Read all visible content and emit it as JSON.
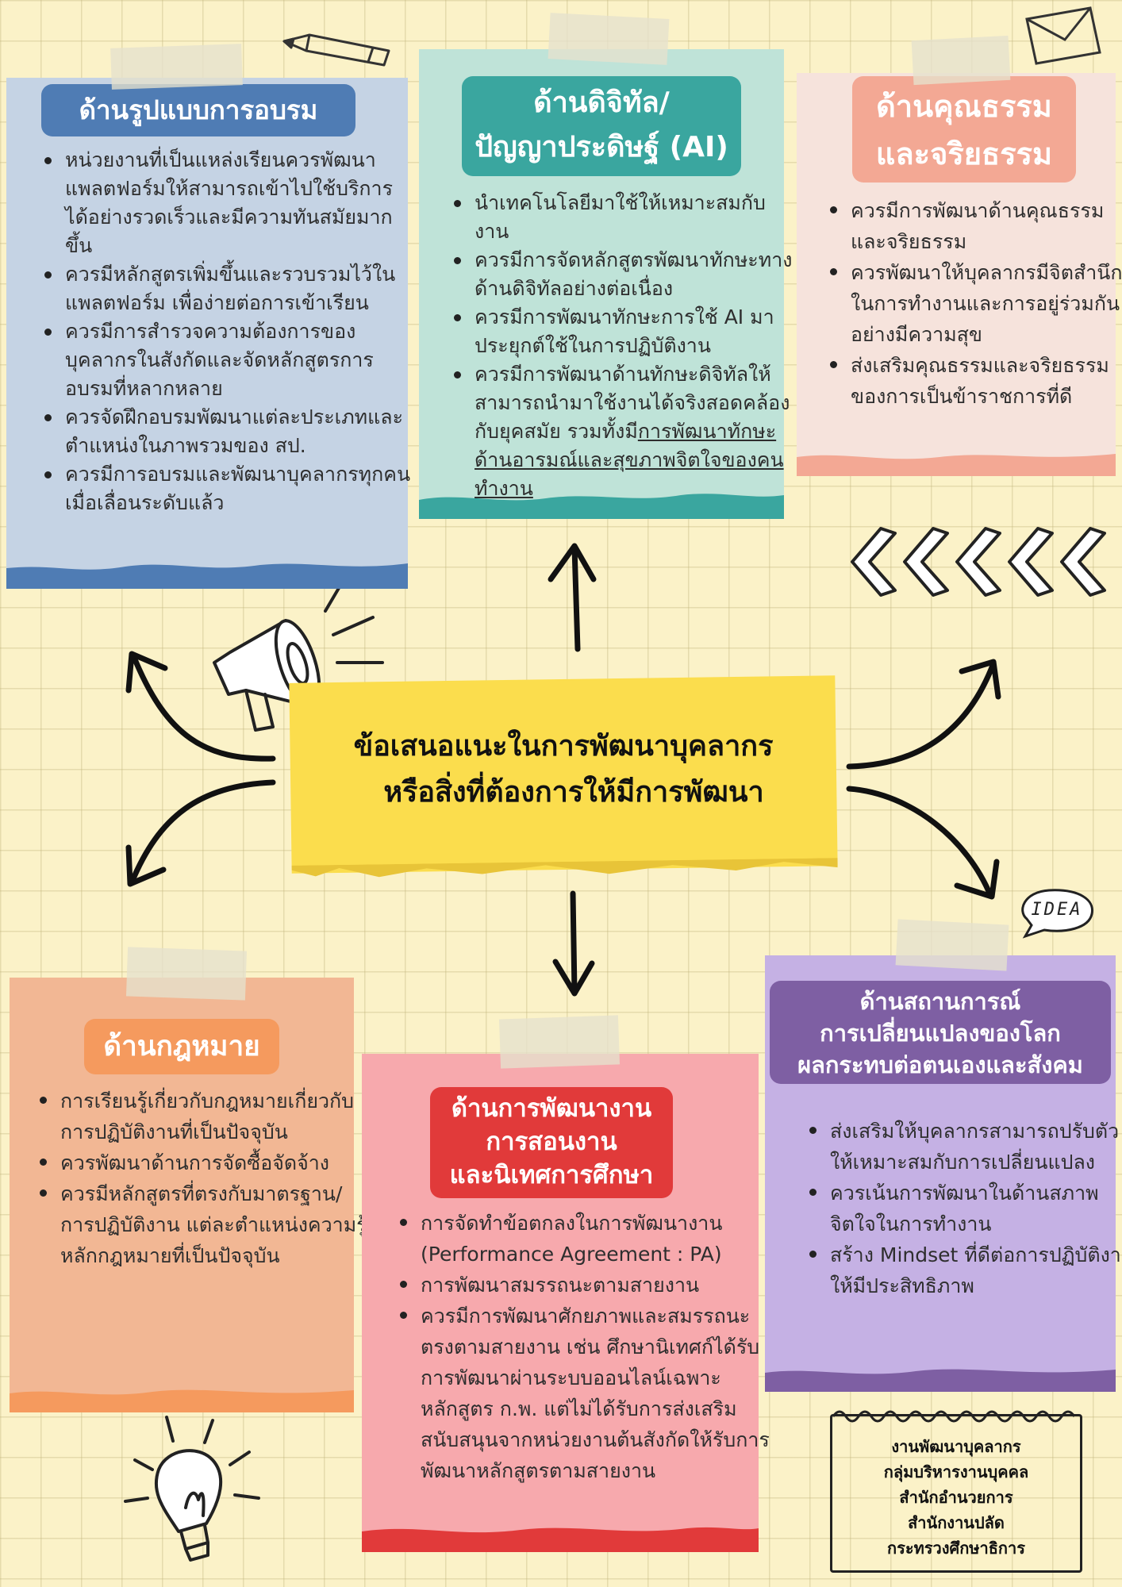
{
  "center": {
    "line1": "ข้อเสนอแนะในการพัฒนาบุคลากร",
    "line2": "หรือสิ่งที่ต้องการให้มีการพัฒนา"
  },
  "colors": {
    "background": "#fbf2c8",
    "blue_card": "#c5d3e4",
    "blue_title": "#4f7cb4",
    "teal_card": "#bfe3d8",
    "teal_title": "#3aa69f",
    "pink_card": "#f6e3dc",
    "pink_title": "#f3a894",
    "orange_card": "#f2b794",
    "orange_title": "#f59a5e",
    "red_card": "#f7a9ad",
    "red_title": "#e13a3a",
    "purple_card": "#c5b1e4",
    "purple_title": "#7e5fa3",
    "center_note": "#fbdd4d"
  },
  "cards": {
    "format": {
      "title": "ด้านรูปแบบการอบรม",
      "items": [
        "หน่วยงานที่เป็นแหล่งเรียนควรพัฒนาแพลตฟอร์มให้สามารถเข้าไปใช้บริการได้อย่างรวดเร็วและมีความทันสมัยมากขึ้น",
        "ควรมีหลักสูตรเพิ่มขึ้นและรวบรวมไว้ในแพลตฟอร์ม เพื่อง่ายต่อการเข้าเรียน",
        "ควรมีการสำรวจความต้องการของบุคลากรในสังกัดและจัดหลักสูตรการอบรมที่หลากหลาย",
        "ควรจัดฝึกอบรมพัฒนาแต่ละประเภทและตำแหน่งในภาพรวมของ สป.",
        "ควรมีการอบรมและพัฒนาบุคลากรทุกคนเมื่อเลื่อนระดับแล้ว"
      ]
    },
    "digital": {
      "title_line1": "ด้านดิจิทัล/",
      "title_line2": "ปัญญาประดิษฐ์ (AI)",
      "items": [
        "นำเทคโนโลยีมาใช้ให้เหมาะสมกับงาน",
        "ควรมีการจัดหลักสูตรพัฒนาทักษะทางด้านดิจิทัลอย่างต่อเนื่อง",
        "ควรมีการพัฒนาทักษะการใช้ AI มาประยุกต์ใช้ในการปฏิบัติงาน"
      ],
      "last_item_plain": "ควรมีการพัฒนาด้านทักษะดิจิทัลให้สามารถนำมาใช้งานได้จริงสอดคล้องกับยุคสมัย รวมทั้งมี",
      "last_item_underlined": "การพัฒนาทักษะด้านอารมณ์และสุขภาพจิตใจของคนทำงาน"
    },
    "ethics": {
      "title_line1": "ด้านคุณธรรม",
      "title_line2": "และจริยธรรม",
      "items": [
        "ควรมีการพัฒนาด้านคุณธรรมและจริยธรรม",
        "ควรพัฒนาให้บุคลากรมีจิตสำนึกในการทำงานและการอยู่ร่วมกันอย่างมีความสุข",
        "ส่งเสริมคุณธรรมและจริยธรรมของการเป็นข้าราชการที่ดี"
      ]
    },
    "law": {
      "title": "ด้านกฎหมาย",
      "items": [
        "การเรียนรู้เกี่ยวกับกฎหมายเกี่ยวกับการปฏิบัติงานที่เป็นปัจจุบัน",
        "ควรพัฒนาด้านการจัดซื้อจัดจ้าง",
        "ควรมีหลักสูตรที่ตรงกับมาตรฐาน/การปฏิบัติงาน แต่ละตำแหน่งความรู้ หลักกฎหมายที่เป็นปัจจุบัน"
      ]
    },
    "work": {
      "title_line1": "ด้านการพัฒนางาน",
      "title_line2": "การสอนงาน",
      "title_line3": "และนิเทศการศึกษา",
      "items": [
        "การจัดทำข้อตกลงในการพัฒนางาน (Performance Agreement : PA)",
        "การพัฒนาสมรรถนะตามสายงาน",
        "ควรมีการพัฒนาศักยภาพและสมรรถนะตรงตามสายงาน เช่น ศึกษานิเทศก์ได้รับการพัฒนาผ่านระบบออนไลน์เฉพาะหลักสูตร ก.พ. แต่ไม่ได้รับการส่งเสริมสนับสนุนจากหน่วยงานต้นสังกัดให้รับการพัฒนาหลักสูตรตามสายงาน"
      ]
    },
    "situation": {
      "title_line1": "ด้านสถานการณ์",
      "title_line2": "การเปลี่ยนแปลงของโลก",
      "title_line3": "ผลกระทบต่อตนเองและสังคม",
      "items": [
        "ส่งเสริมให้บุคลากรสามารถปรับตัวให้เหมาะสมกับการเปลี่ยนแปลง",
        "ควรเน้นการพัฒนาในด้านสภาพจิตใจในการทำงาน",
        "สร้าง Mindset ที่ดีต่อการปฏิบัติงานให้มีประสิทธิภาพ"
      ]
    }
  },
  "footer": {
    "line1": "งานพัฒนาบุคลากร",
    "line2": "กลุ่มบริหารงานบุคคล",
    "line3": "สำนักอำนวยการ",
    "line4": "สำนักงานปลัด",
    "line5": "กระทรวงศึกษาธิการ"
  },
  "doodles": {
    "idea_label": "IDEA",
    "icons": [
      "pencil-icon",
      "envelope-icon",
      "megaphone-icon",
      "chevrons-icon",
      "lightbulb-icon",
      "idea-bubble-icon"
    ]
  }
}
